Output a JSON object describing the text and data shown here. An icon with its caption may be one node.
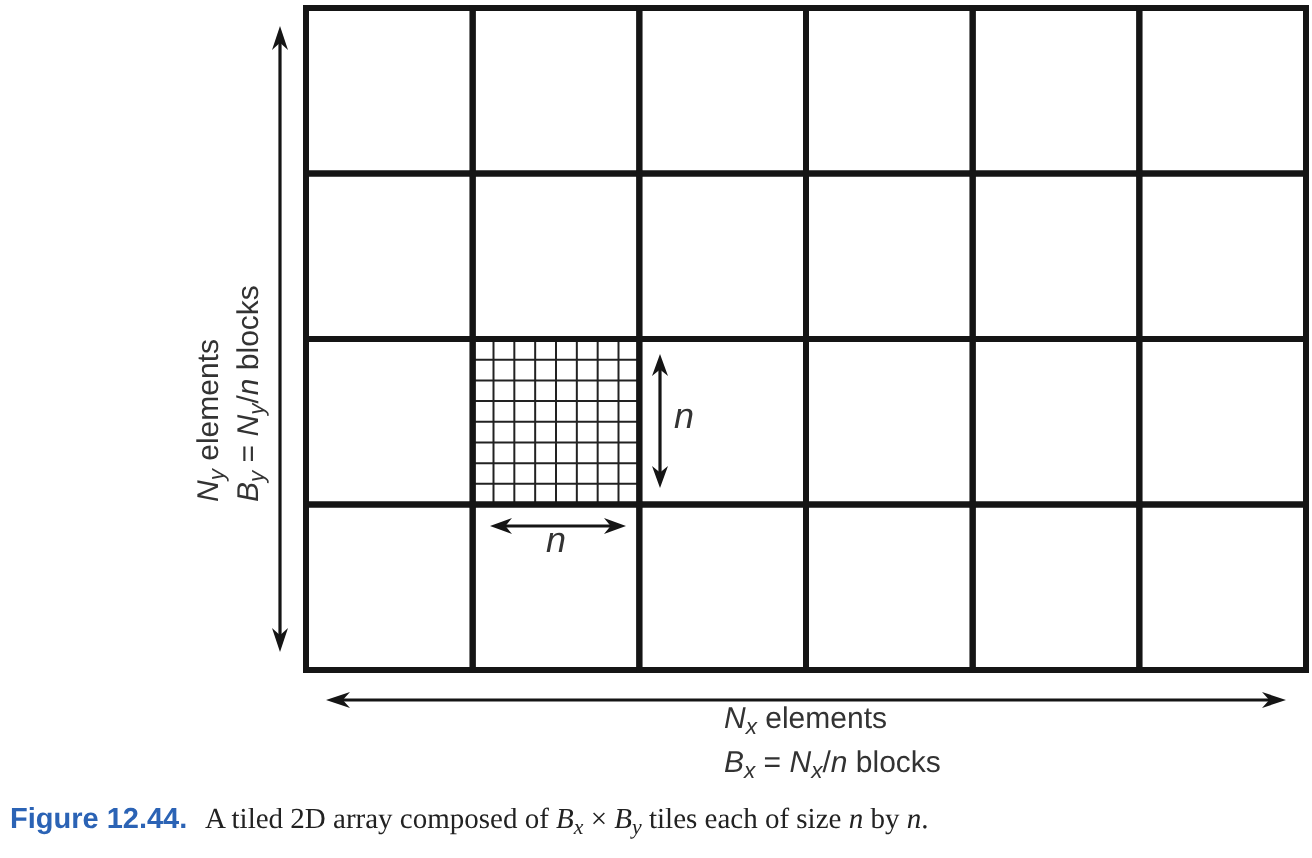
{
  "diagram": {
    "caption": "**Figure 12.44.** A tiled 2D array composed of *B*$_{x}$ × *B*$_{y}$ tiles each of size *n* by *n*.",
    "labels": [
      "*N*$_{y}$ elements",
      "*B*$_{y}$ = *N*$_{y}$/*n* blocks",
      "n",
      "n",
      "*N*$_{x}$ elements",
      "*B*$_{x}$ = *N*$_{x}$/*n* blocks"
    ]
  }
}
